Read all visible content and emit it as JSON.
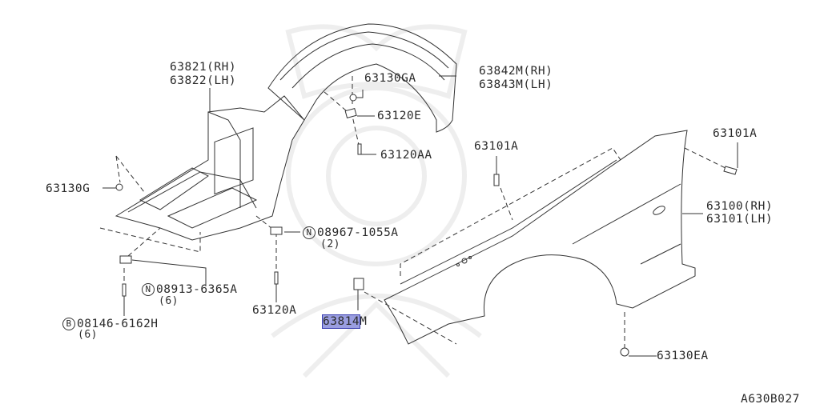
{
  "diagram": {
    "type": "exploded parts diagram",
    "subject": "Front fender and fender protector assembly",
    "figure_id": "A630B027",
    "highlight_color": "#9a9ee0",
    "line_color": "#333333",
    "watermark": "faint samurai helmet logo"
  },
  "labels": {
    "protector_front": {
      "line1": "63821(RH)",
      "line2": "63822(LH)"
    },
    "protector_rear": {
      "line1": "63842M(RH)",
      "line2": "63843M(LH)"
    },
    "clip_ga": "63130GA",
    "clip_e": "63120E",
    "screw_aa": "63120AA",
    "clip_g": "63130G",
    "bolt_top_center": "63101A",
    "bolt_top_right": "63101A",
    "fender": {
      "line1": "63100(RH)",
      "line2": "63101(LH)"
    },
    "nut_08967": {
      "prefix": "N",
      "part": "08967-1055A",
      "qty": "(2)"
    },
    "nut_08913": {
      "prefix": "N",
      "part": "08913-6365A",
      "qty": "(6)"
    },
    "bolt_08146": {
      "prefix": "B",
      "part": "08146-6162H",
      "qty": "(6)"
    },
    "screw_a": "63120A",
    "bracket_highlighted": {
      "highlighted": "63814",
      "suffix": "M"
    },
    "clip_ea": "63130EA"
  }
}
